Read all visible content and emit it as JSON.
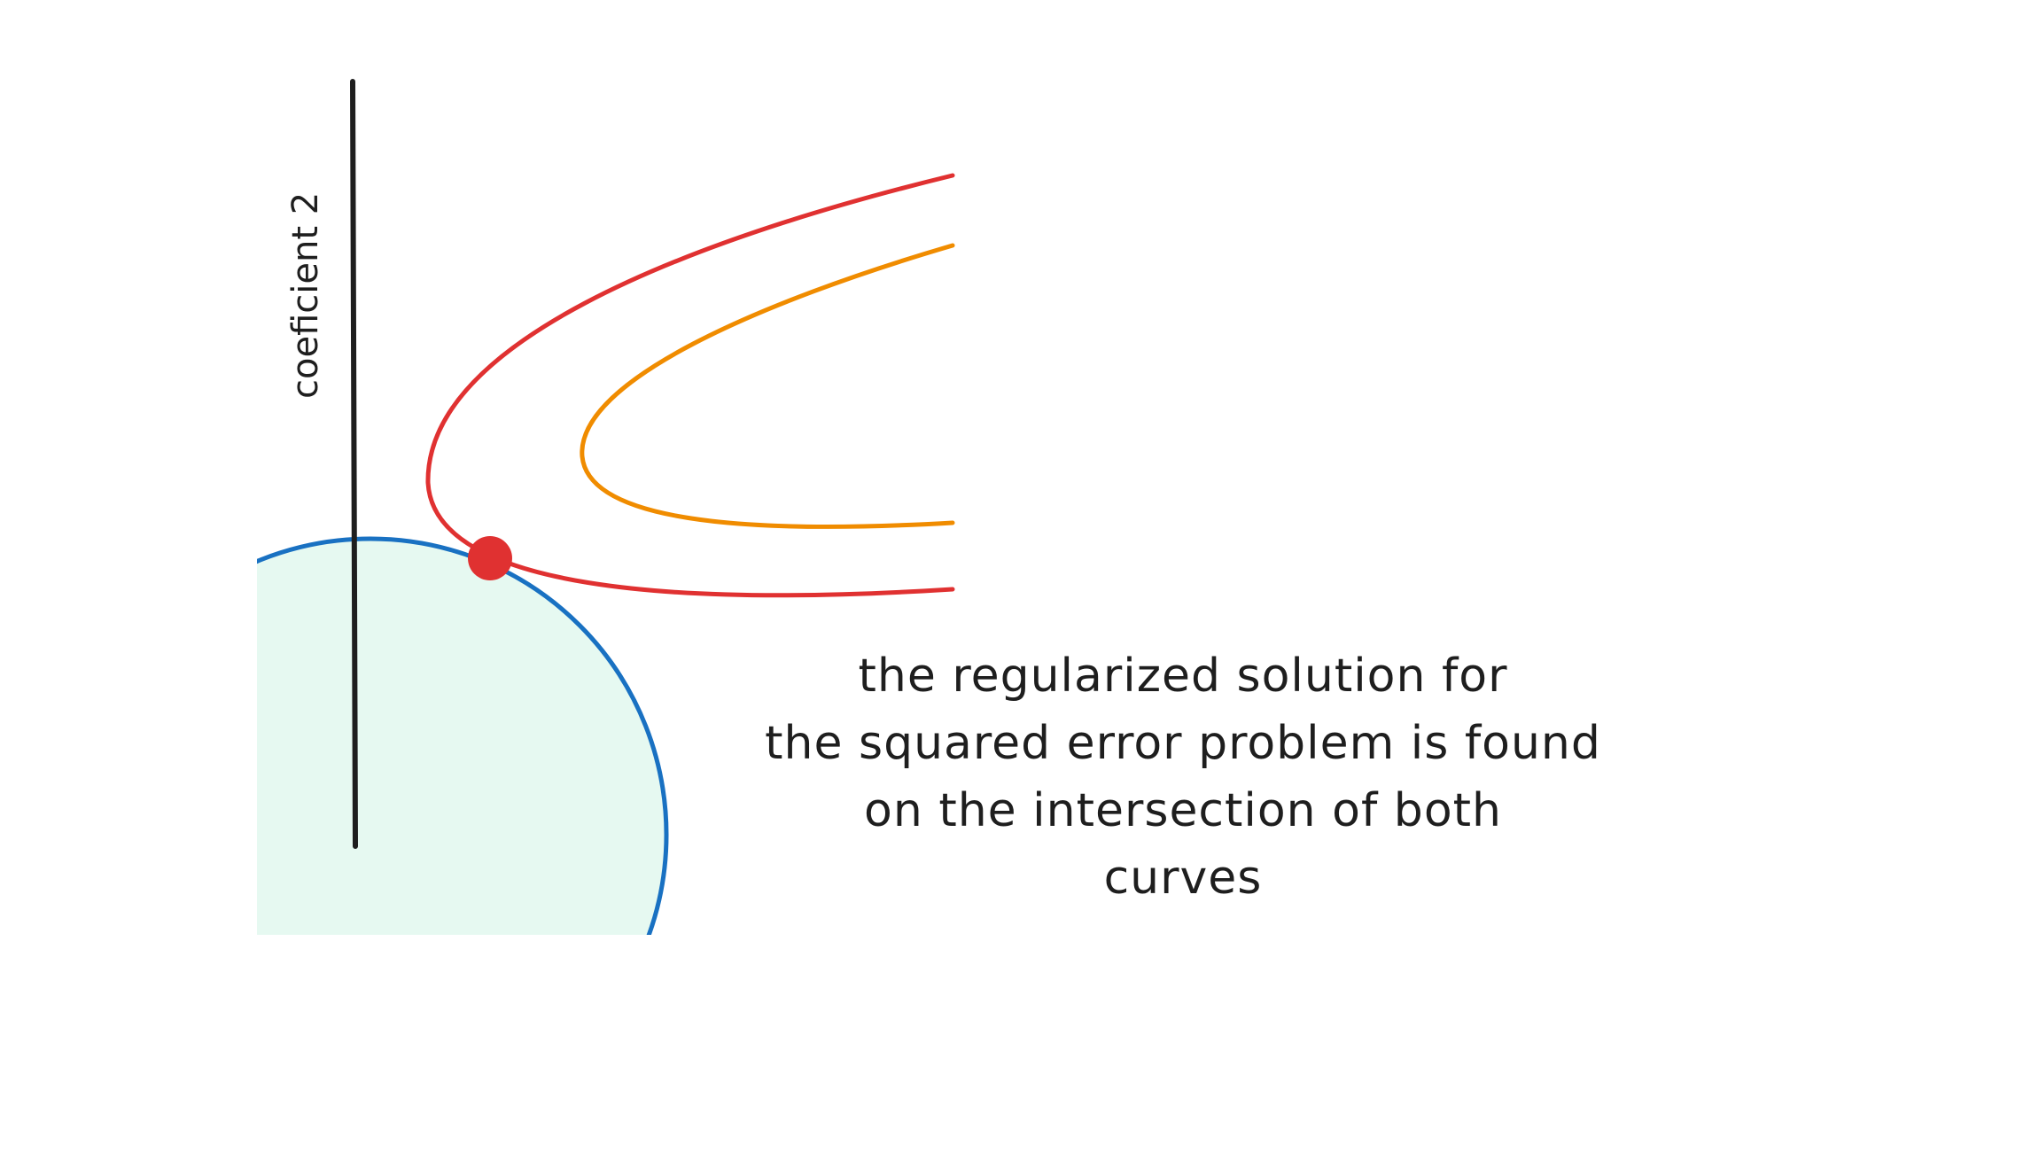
{
  "diagram": {
    "axis_label": "coeficient 2",
    "caption_lines": [
      "the regularized solution for",
      "the squared error problem is found",
      "on the intersection of both",
      "curves"
    ],
    "colors": {
      "axis": "#1e1e1e",
      "outer_contour": "#e03131",
      "inner_contour": "#f08c00",
      "constraint_stroke": "#1971c2",
      "constraint_fill": "#e6f9f1",
      "intersection_point": "#e03131"
    }
  }
}
